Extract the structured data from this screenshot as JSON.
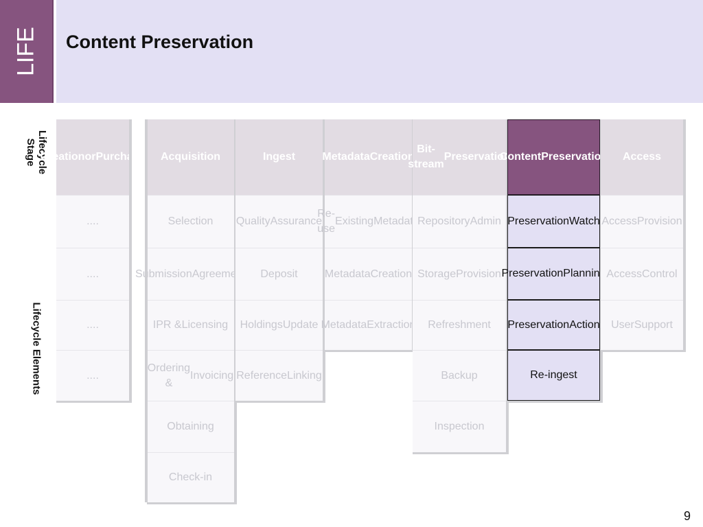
{
  "logo": {
    "text": "LIFE"
  },
  "slide": {
    "title": "Content Preservation",
    "page_number": "9"
  },
  "side_labels": {
    "stage_line1": "Lifecycle",
    "stage_line2": "Stage",
    "elements": "Lifecycle Elements"
  },
  "columns": [
    {
      "header": [
        "Creation",
        "or",
        "Purchase"
      ],
      "elements": [
        [
          "...."
        ],
        [
          "...."
        ],
        [
          "...."
        ],
        [
          "...."
        ]
      ]
    },
    {
      "header": [
        "Acquisition"
      ],
      "elements": [
        [
          "Selection"
        ],
        [
          "Submission",
          "Agreement"
        ],
        [
          "IPR &",
          "Licensing"
        ],
        [
          "Ordering &",
          "Invoicing"
        ],
        [
          "Obtaining"
        ],
        [
          "Check-in"
        ]
      ]
    },
    {
      "header": [
        "Ingest"
      ],
      "elements": [
        [
          "Quality",
          "Assurance"
        ],
        [
          "Deposit"
        ],
        [
          "Holdings",
          "Update"
        ],
        [
          "Reference",
          "Linking"
        ]
      ]
    },
    {
      "header": [
        "Metadata",
        "Creation"
      ],
      "elements": [
        [
          "Re-use",
          "Existing",
          "Metadata"
        ],
        [
          "Metadata",
          "Creation"
        ],
        [
          "Metadata",
          "Extraction"
        ]
      ]
    },
    {
      "header": [
        "Bit-stream",
        "Preservation"
      ],
      "elements": [
        [
          "Repository",
          "Admin"
        ],
        [
          "Storage",
          "Provision"
        ],
        [
          "Refreshment"
        ],
        [
          "Backup"
        ],
        [
          "Inspection"
        ]
      ]
    },
    {
      "header": [
        "Content",
        "Preservation"
      ],
      "elements": [
        [
          "Preservation",
          "Watch"
        ],
        [
          "Preservation",
          "Planning"
        ],
        [
          "Preservation",
          "Action"
        ],
        [
          "Re-ingest"
        ]
      ]
    },
    {
      "header": [
        "Access"
      ],
      "elements": [
        [
          "Access",
          "Provision"
        ],
        [
          "Access",
          "Control"
        ],
        [
          "User",
          "Support"
        ]
      ]
    }
  ],
  "highlight": {
    "active_column_index": 5,
    "active_color": "#86547f",
    "active_element_bg": "#e3e0f4"
  }
}
